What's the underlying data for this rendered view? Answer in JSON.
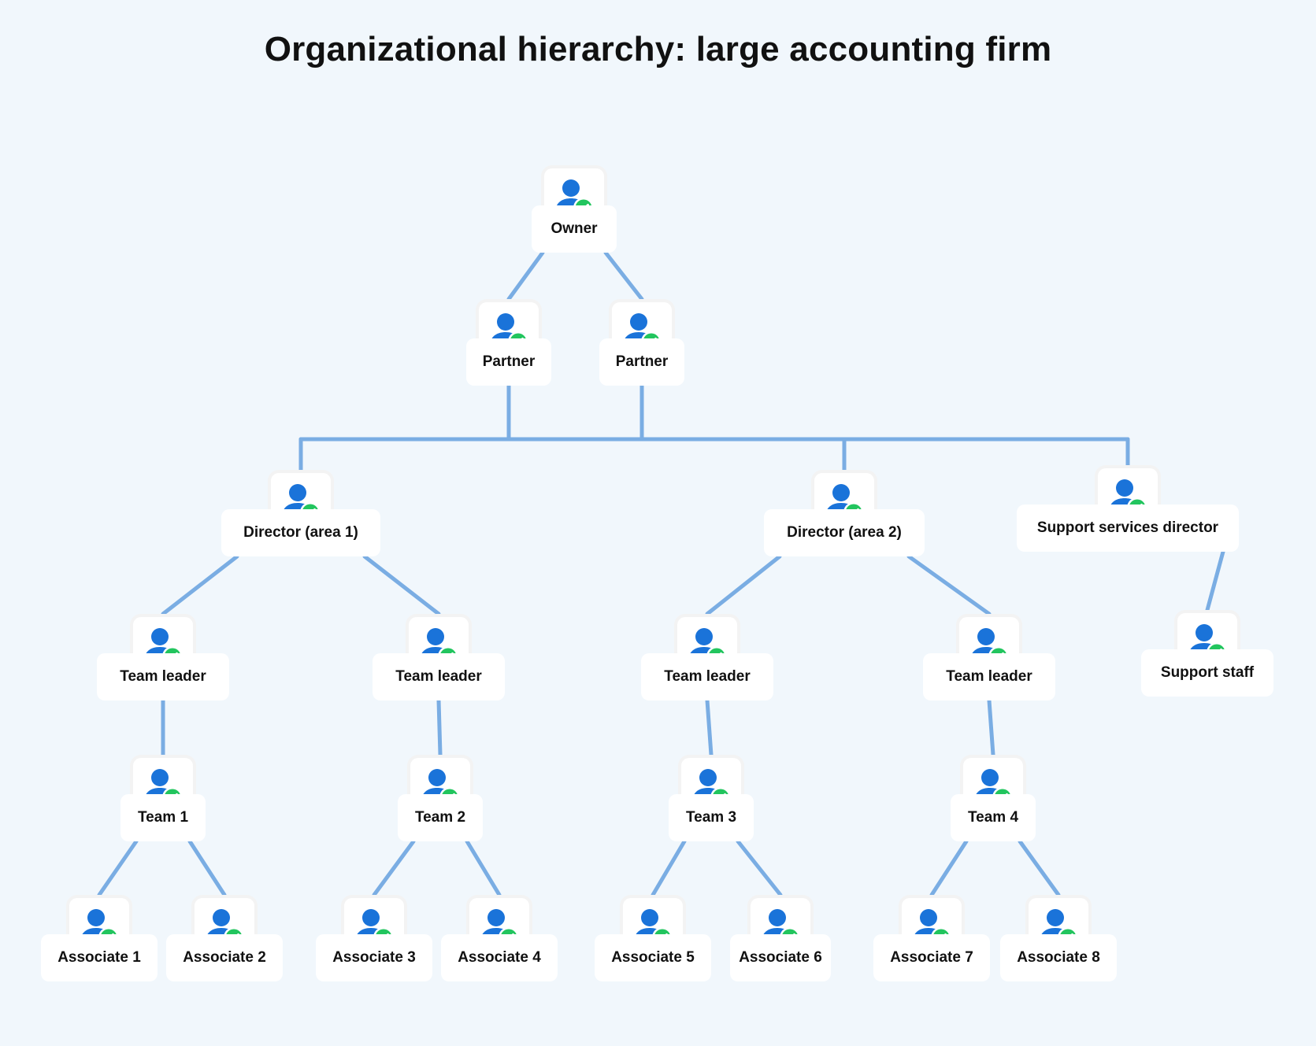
{
  "title": "Organizational hierarchy: large accounting firm",
  "colors": {
    "background": "#f1f7fc",
    "connector": "#7aade3",
    "person": "#1a73d9",
    "check_badge": "#22c55e"
  },
  "icon": "person-check-icon",
  "nodes": [
    {
      "id": "owner",
      "label": "Owner"
    },
    {
      "id": "partner-1",
      "label": "Partner"
    },
    {
      "id": "partner-2",
      "label": "Partner"
    },
    {
      "id": "director-1",
      "label": "Director (area 1)"
    },
    {
      "id": "director-2",
      "label": "Director (area 2)"
    },
    {
      "id": "support-director",
      "label": "Support services director"
    },
    {
      "id": "team-leader-1",
      "label": "Team leader"
    },
    {
      "id": "team-leader-2",
      "label": "Team leader"
    },
    {
      "id": "team-leader-3",
      "label": "Team leader"
    },
    {
      "id": "team-leader-4",
      "label": "Team leader"
    },
    {
      "id": "support-staff",
      "label": "Support staff"
    },
    {
      "id": "team-1",
      "label": "Team 1"
    },
    {
      "id": "team-2",
      "label": "Team 2"
    },
    {
      "id": "team-3",
      "label": "Team 3"
    },
    {
      "id": "team-4",
      "label": "Team 4"
    },
    {
      "id": "associate-1",
      "label": "Associate 1"
    },
    {
      "id": "associate-2",
      "label": "Associate 2"
    },
    {
      "id": "associate-3",
      "label": "Associate 3"
    },
    {
      "id": "associate-4",
      "label": "Associate 4"
    },
    {
      "id": "associate-5",
      "label": "Associate 5"
    },
    {
      "id": "associate-6",
      "label": "Associate 6"
    },
    {
      "id": "associate-7",
      "label": "Associate 7"
    },
    {
      "id": "associate-8",
      "label": "Associate 8"
    }
  ],
  "edges": [
    [
      "owner",
      "partner-1"
    ],
    [
      "owner",
      "partner-2"
    ],
    [
      "partner-1",
      "director-1"
    ],
    [
      "partner-1",
      "director-2"
    ],
    [
      "partner-1",
      "support-director"
    ],
    [
      "partner-2",
      "director-1"
    ],
    [
      "partner-2",
      "director-2"
    ],
    [
      "partner-2",
      "support-director"
    ],
    [
      "director-1",
      "team-leader-1"
    ],
    [
      "director-1",
      "team-leader-2"
    ],
    [
      "director-2",
      "team-leader-3"
    ],
    [
      "director-2",
      "team-leader-4"
    ],
    [
      "support-director",
      "support-staff"
    ],
    [
      "team-leader-1",
      "team-1"
    ],
    [
      "team-leader-2",
      "team-2"
    ],
    [
      "team-leader-3",
      "team-3"
    ],
    [
      "team-leader-4",
      "team-4"
    ],
    [
      "team-1",
      "associate-1"
    ],
    [
      "team-1",
      "associate-2"
    ],
    [
      "team-2",
      "associate-3"
    ],
    [
      "team-2",
      "associate-4"
    ],
    [
      "team-3",
      "associate-5"
    ],
    [
      "team-3",
      "associate-6"
    ],
    [
      "team-4",
      "associate-7"
    ],
    [
      "team-4",
      "associate-8"
    ]
  ]
}
